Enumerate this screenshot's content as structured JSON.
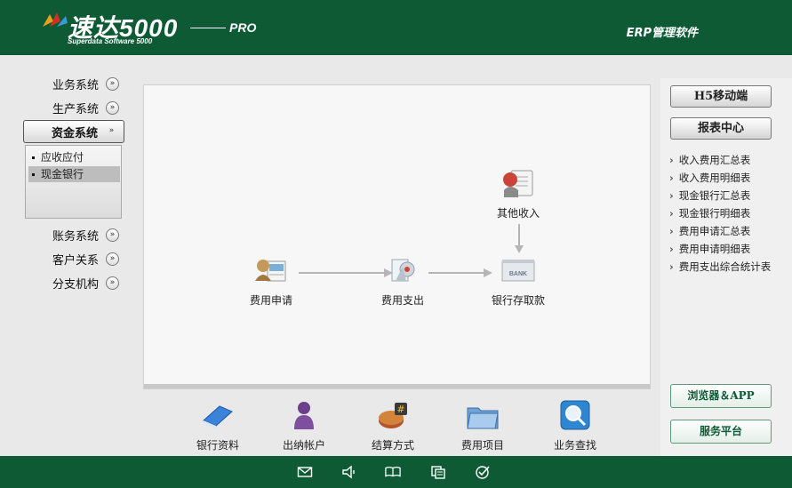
{
  "header": {
    "logo_title": "速达5000",
    "logo_subtitle": "Superdata Software 5000",
    "logo_pro": "PRO",
    "app_title": "ERP管理软件"
  },
  "nav": {
    "items": [
      {
        "label": "业务系统",
        "icon": "chevron-down-icon"
      },
      {
        "label": "生产系统",
        "icon": "chevron-down-icon"
      },
      {
        "label": "资金系统",
        "icon": "chevron-down-icon"
      },
      {
        "label": "账务系统",
        "icon": "chevron-down-icon"
      },
      {
        "label": "客户关系",
        "icon": "chevron-down-icon"
      },
      {
        "label": "分支机构",
        "icon": "chevron-down-icon"
      }
    ],
    "sub_items": [
      {
        "label": "应收应付"
      },
      {
        "label": "现金银行"
      }
    ]
  },
  "flow": {
    "other_income": {
      "label": "其他收入",
      "icon": "income-document-icon"
    },
    "expense_apply": {
      "label": "费用申请",
      "icon": "expense-application-icon"
    },
    "expense_pay": {
      "label": "费用支出",
      "icon": "expense-payment-icon"
    },
    "bank_deposit": {
      "label": "银行存取款",
      "icon": "bank-icon",
      "bank_text": "BANK"
    }
  },
  "tools": [
    {
      "label": "银行资料",
      "icon": "book-icon"
    },
    {
      "label": "出纳帐户",
      "icon": "user-icon"
    },
    {
      "label": "结算方式",
      "icon": "settlement-icon"
    },
    {
      "label": "费用项目",
      "icon": "folder-icon"
    },
    {
      "label": "业务查找",
      "icon": "search-icon"
    }
  ],
  "right": {
    "mobile_button": "H5移动端",
    "report_button": "报表中心",
    "reports": [
      "收入费用汇总表",
      "收入费用明细表",
      "现金银行汇总表",
      "现金银行明细表",
      "费用申请汇总表",
      "费用申请明细表",
      "费用支出综合统计表"
    ],
    "browser_button": "浏览器＆APP",
    "service_button": "服务平台"
  },
  "footer": {
    "icons": [
      "mail-icon",
      "speaker-icon",
      "open-book-icon",
      "window-icon",
      "check-circle-icon"
    ]
  },
  "colors": {
    "brand_green": "#0d5a35",
    "background": "#e9e9e9"
  }
}
